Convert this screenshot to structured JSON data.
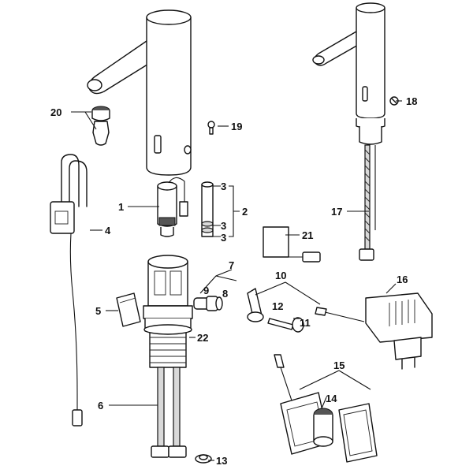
{
  "callouts": {
    "c1": "1",
    "c2": "2",
    "c3a": "3",
    "c3b": "3",
    "c3c": "3",
    "c4": "4",
    "c5": "5",
    "c6": "6",
    "c7": "7",
    "c8": "8",
    "c9": "9",
    "c10": "10",
    "c11": "11",
    "c12": "12",
    "c13": "13",
    "c14": "14",
    "c15": "15",
    "c16": "16",
    "c17": "17",
    "c18": "18",
    "c19": "19",
    "c20": "20",
    "c21": "21",
    "c22": "22"
  },
  "colors": {
    "line": "#111111",
    "background": "#ffffff",
    "shade": "#d9d9d9"
  }
}
